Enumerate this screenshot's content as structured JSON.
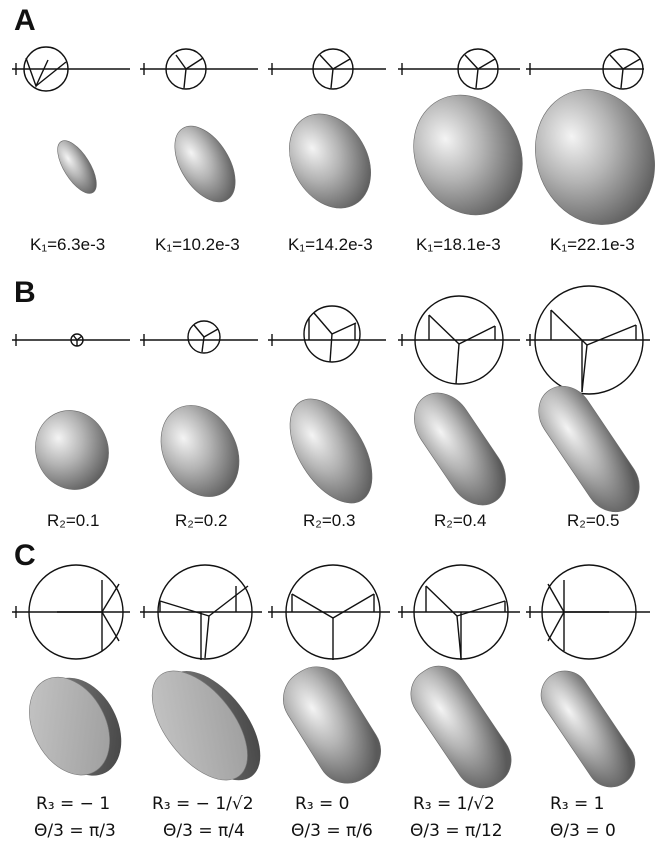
{
  "panels": [
    {
      "label": "A",
      "captions": [
        "K₁=6.3e-3",
        "K₁=10.2e-3",
        "K₁=14.2e-3",
        "K₁=18.1e-3",
        "K₁=22.1e-3"
      ]
    },
    {
      "label": "B",
      "captions": [
        "R₂=0.1",
        "R₂=0.2",
        "R₂=0.3",
        "R₂=0.4",
        "R₂=0.5"
      ]
    },
    {
      "label": "C",
      "captions": [
        "R₃ = − 1",
        "R₃ = − 1/√2",
        "R₃ = 0",
        "R₃ = 1/√2",
        "R₃ = 1"
      ],
      "captions2": [
        "Θ/3 = π/3",
        "Θ/3 = π/4",
        "Θ/3 = π/6",
        "Θ/3 = π/12",
        "Θ/3 = 0"
      ]
    }
  ],
  "colors": {
    "ink": "#111111",
    "shape_light": "#f2f2f2",
    "shape_mid": "#a8a8a8",
    "shape_dark": "#555555"
  }
}
